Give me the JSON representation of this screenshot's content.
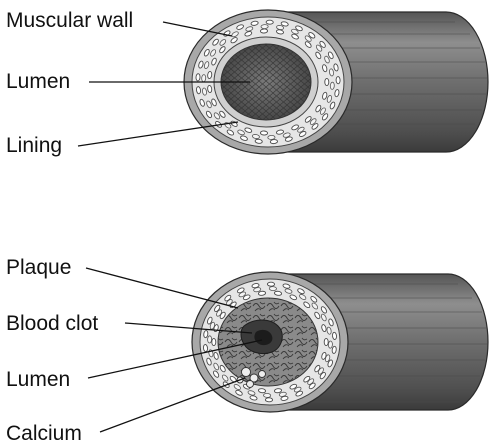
{
  "healthy_artery": {
    "labels": {
      "muscular_wall": "Muscular wall",
      "lumen": "Lumen",
      "lining": "Lining"
    }
  },
  "diseased_artery": {
    "labels": {
      "plaque": "Plaque",
      "blood_clot": "Blood clot",
      "lumen": "Lumen",
      "calcium": "Calcium"
    }
  },
  "colors": {
    "vessel_body": "#6d6d6d",
    "vessel_highlight": "#9a9a9a",
    "vessel_shadow": "#3e3e3e",
    "inner_ring": "#d9d9d9",
    "lumen_healthy": "#5c5c5c",
    "plaque": "#7a7a7a",
    "clot": "#333333"
  }
}
